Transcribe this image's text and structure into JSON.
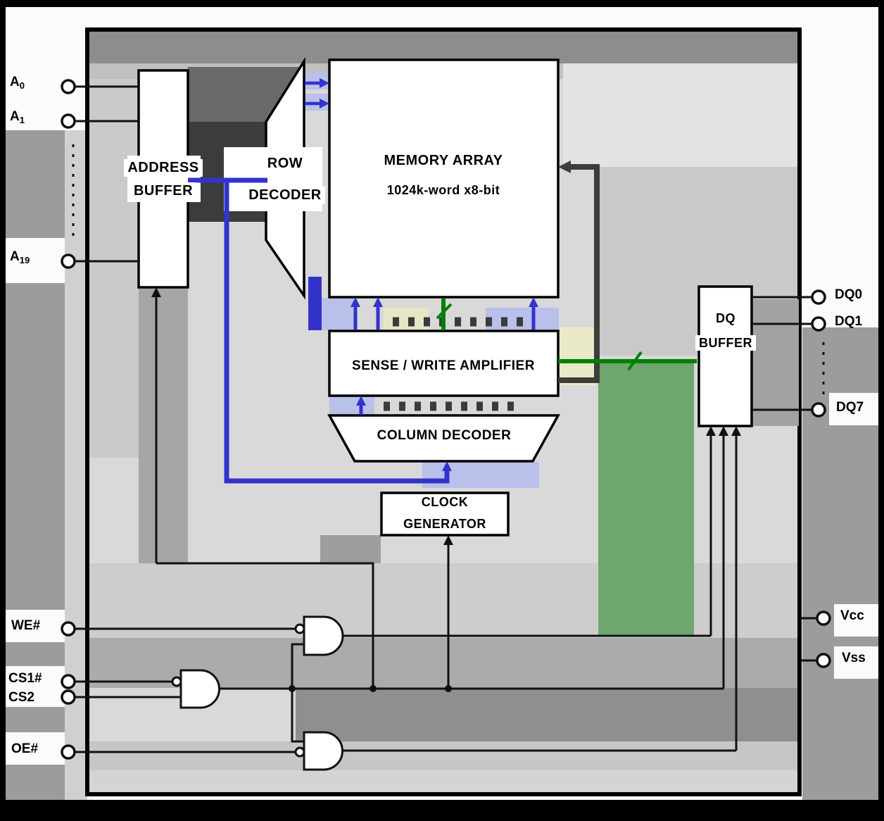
{
  "diagram": {
    "blocks": {
      "address_buffer": {
        "line1": "ADDRESS",
        "line2": "BUFFER"
      },
      "row_decoder": {
        "line1": "ROW",
        "line2": "DECODER"
      },
      "memory_array": {
        "line1": "MEMORY ARRAY",
        "line2": "1024k-word x8-bit"
      },
      "sense_write_amplifier": {
        "label": "SENSE / WRITE AMPLIFIER"
      },
      "column_decoder": {
        "label": "COLUMN DECODER"
      },
      "clock_generator": {
        "line1": "CLOCK",
        "line2": "GENERATOR"
      },
      "dq_buffer": {
        "line1": "DQ",
        "line2": "BUFFER"
      }
    },
    "pins": {
      "a0": {
        "base": "A",
        "sub": "0"
      },
      "a1": {
        "base": "A",
        "sub": "1"
      },
      "a19": {
        "base": "A",
        "sub": "19"
      },
      "we": {
        "label": "WE#"
      },
      "cs1": {
        "label": "CS1#"
      },
      "cs2": {
        "label": "CS2"
      },
      "oe": {
        "label": "OE#"
      },
      "dq0": {
        "label": "DQ0"
      },
      "dq1": {
        "label": "DQ1"
      },
      "dq7": {
        "label": "DQ7"
      },
      "vcc": {
        "label": "Vcc"
      },
      "vss": {
        "label": "Vss"
      }
    },
    "colors": {
      "address_bus": "#3333cc",
      "address_bus_light": "#b9c0ea",
      "data_bus": "#008000",
      "data_bus_band": "#6fa56f"
    }
  }
}
